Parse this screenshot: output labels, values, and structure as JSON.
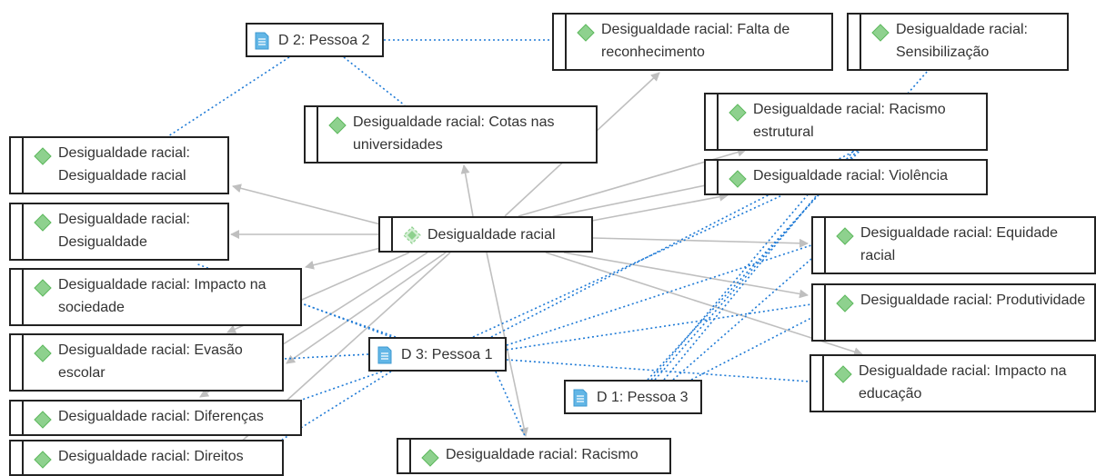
{
  "colors": {
    "code_icon": "#8ed18e",
    "code_icon_stroke": "#5cb85c",
    "doc_icon": "#62b6e6",
    "arrow": "#bfbfbf",
    "dotted_link": "#1e7ad6",
    "node_border": "#222222",
    "text": "#333333"
  },
  "icons": {
    "code": "diamond-code-icon",
    "central": "diamond-cluster-icon",
    "document": "document-icon"
  },
  "nodes": {
    "central": {
      "label": "Desigualdade racial"
    },
    "falta": {
      "label": "Desigualdade racial: Falta de reconhecimento"
    },
    "sensibilizacao": {
      "label": "Desigualdade racial: Sensibilização"
    },
    "cotas": {
      "label": "Desigualdade racial: Cotas nas universidades"
    },
    "racismo_estrutural": {
      "label": "Desigualdade racial: Racismo estrutural"
    },
    "violencia": {
      "label": "Desigualdade racial: Violência"
    },
    "desig_desig_racial": {
      "label": "Desigualdade racial: Desigualdade racial"
    },
    "desigualdade": {
      "label": "Desigualdade racial: Desigualdade"
    },
    "impacto_sociedade": {
      "label": "Desigualdade racial: Impacto na sociedade"
    },
    "evasao": {
      "label": "Desigualdade racial: Evasão escolar"
    },
    "diferencas": {
      "label": "Desigualdade racial: Diferenças"
    },
    "direitos": {
      "label": "Desigualdade racial: Direitos"
    },
    "racismo": {
      "label": "Desigualdade racial: Racismo"
    },
    "equidade": {
      "label": "Desigualdade racial: Equidade racial"
    },
    "produtividade": {
      "label": "Desigualdade racial: Produtividade"
    },
    "impacto_educacao": {
      "label": "Desigualdade racial: Impacto na educação"
    }
  },
  "documents": {
    "d2": {
      "label": "D 2: Pessoa 2"
    },
    "d3": {
      "label": "D 3: Pessoa 1"
    },
    "d1": {
      "label": "D 1: Pessoa 3"
    }
  }
}
